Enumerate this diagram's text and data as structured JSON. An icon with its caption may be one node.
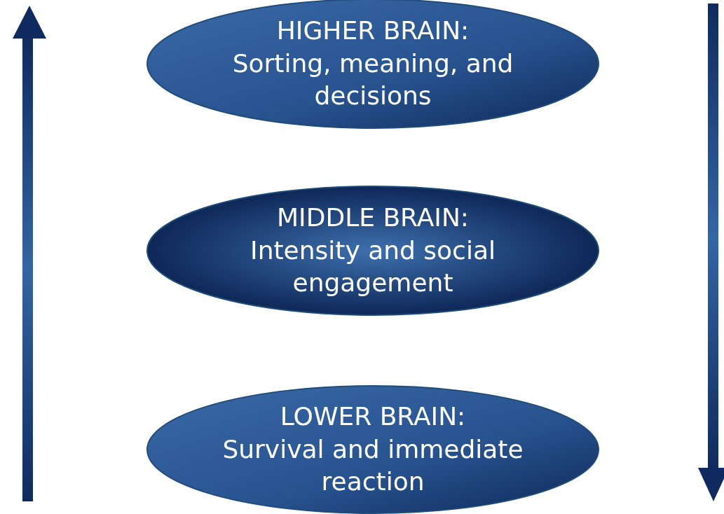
{
  "diagram": {
    "nodes": [
      {
        "text": [
          "HIGHER BRAIN:",
          "Sorting, meaning, and decisions"
        ]
      },
      {
        "text": [
          "MIDDLE BRAIN:",
          "Intensity and social engagement"
        ]
      },
      {
        "text": [
          "LOWER BRAIN:",
          "Survival and immediate reaction"
        ]
      }
    ]
  }
}
